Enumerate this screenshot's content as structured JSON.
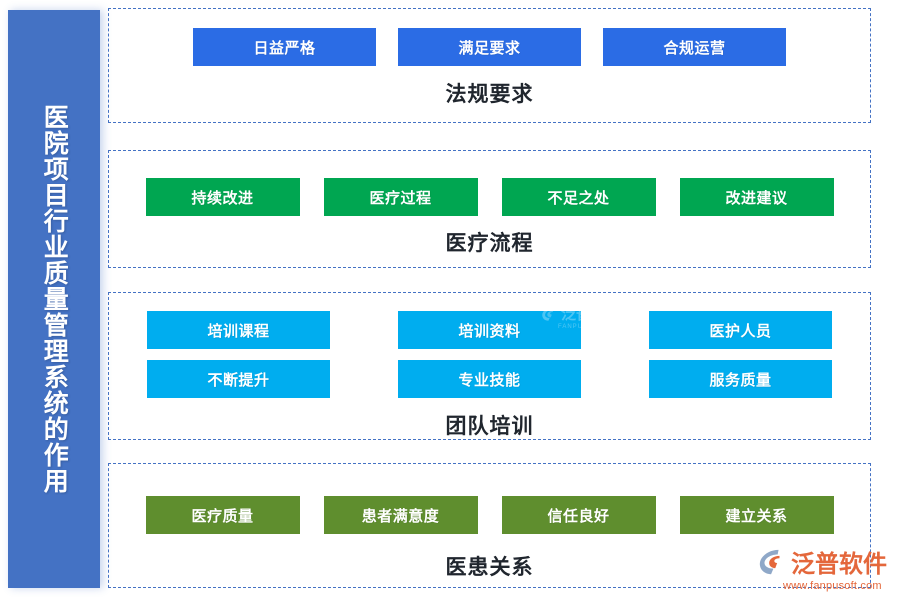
{
  "sidebar": {
    "title": "医院项目行业质量管理系统的作用",
    "bg_color": "#4472C4"
  },
  "sections": [
    {
      "id": "sec1",
      "label": "法规要求",
      "color": "#2B6CE5",
      "rows": [
        [
          "日益严格",
          "满足要求",
          "合规运营"
        ]
      ]
    },
    {
      "id": "sec2",
      "label": "医疗流程",
      "color": "#00A651",
      "rows": [
        [
          "持续改进",
          "医疗过程",
          "不足之处",
          "改进建议"
        ]
      ]
    },
    {
      "id": "sec3",
      "label": "团队培训",
      "color": "#00ADEF",
      "rows": [
        [
          "培训课程",
          "培训资料",
          "医护人员"
        ],
        [
          "不断提升",
          "专业技能",
          "服务质量"
        ]
      ]
    },
    {
      "id": "sec4",
      "label": "医患关系",
      "color": "#5F8E2E",
      "rows": [
        [
          "医疗质量",
          "患者满意度",
          "信任良好",
          "建立关系"
        ]
      ]
    }
  ],
  "watermark": {
    "name": "泛普软件",
    "subtitle": "FANPU SOFTWARE"
  },
  "logo": {
    "name": "泛普软件",
    "url": "www.fanpusoft.com",
    "color": "#E4673B"
  }
}
